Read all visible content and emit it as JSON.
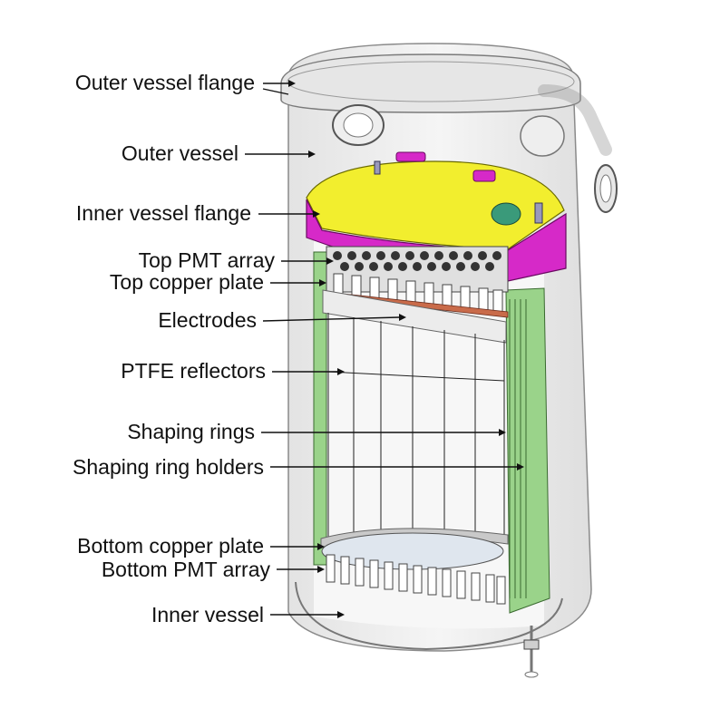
{
  "colors": {
    "vessel_fill": "#ececec",
    "vessel_stroke": "#8a8a8a",
    "flange_yellow": "#f2ee2e",
    "flange_magenta": "#d629c8",
    "green_frame": "#9ad38a",
    "copper": "#c96b4a",
    "leader": "#111111"
  },
  "labels": [
    {
      "id": "outer-vessel-flange",
      "text": "Outer vessel flange"
    },
    {
      "id": "outer-vessel",
      "text": "Outer vessel"
    },
    {
      "id": "inner-vessel-flange",
      "text": "Inner vessel flange"
    },
    {
      "id": "top-pmt-array",
      "text": "Top PMT array"
    },
    {
      "id": "top-copper-plate",
      "text": "Top copper plate"
    },
    {
      "id": "electrodes",
      "text": "Electrodes"
    },
    {
      "id": "ptfe-reflectors",
      "text": "PTFE reflectors"
    },
    {
      "id": "shaping-rings",
      "text": "Shaping rings"
    },
    {
      "id": "shaping-ring-holders",
      "text": "Shaping ring holders"
    },
    {
      "id": "bottom-copper-plate",
      "text": "Bottom copper plate"
    },
    {
      "id": "bottom-pmt-array",
      "text": "Bottom PMT array"
    },
    {
      "id": "inner-vessel",
      "text": "Inner vessel"
    }
  ]
}
